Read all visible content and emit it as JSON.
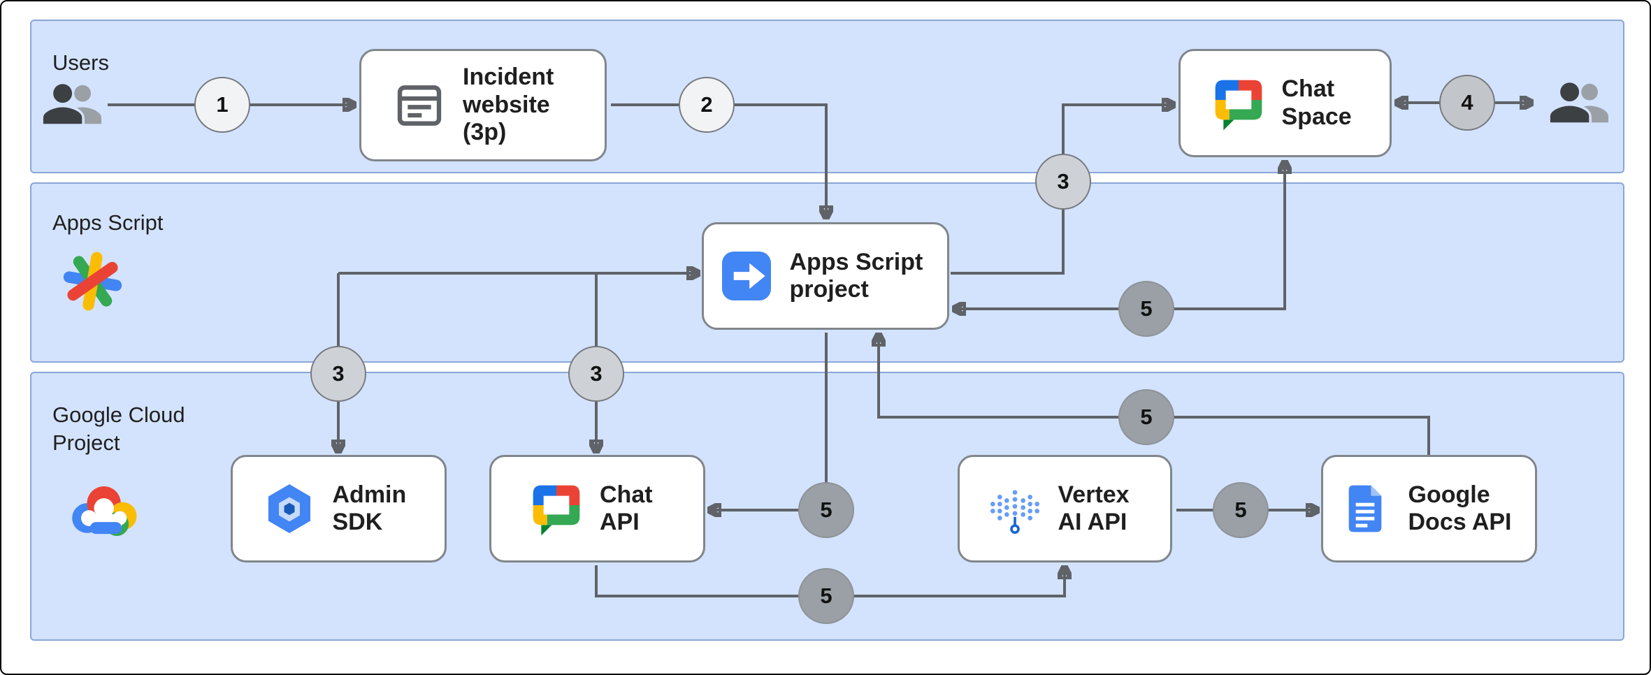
{
  "lanes": {
    "users": {
      "label": "Users"
    },
    "apps_script": {
      "label": "Apps Script"
    },
    "google_cloud": {
      "label": "Google Cloud Project"
    }
  },
  "nodes": {
    "incident_website": {
      "label": "Incident website (3p)"
    },
    "chat_space": {
      "label": "Chat Space"
    },
    "apps_script_project": {
      "label": "Apps Script project"
    },
    "admin_sdk": {
      "label": "Admin SDK"
    },
    "chat_api": {
      "label": "Chat API"
    },
    "vertex_ai_api": {
      "label": "Vertex AI API"
    },
    "google_docs_api": {
      "label": "Google Docs API"
    }
  },
  "steps": {
    "step1": "1",
    "step2": "2",
    "step3": "3",
    "step4": "4",
    "step5": "5"
  },
  "icons": {
    "users_left": "people-icon",
    "users_right": "people-icon",
    "incident_website": "webpage-icon",
    "chat_space": "google-chat-icon",
    "apps_script_lane": "apps-script-logo",
    "apps_script_project": "apps-script-arrow-icon",
    "google_cloud_lane": "google-cloud-logo",
    "admin_sdk": "google-admin-hexagon-icon",
    "chat_api": "google-chat-icon",
    "vertex_ai_api": "vertex-ai-dots-icon",
    "google_docs_api": "google-docs-icon"
  },
  "colors": {
    "lane_fill": "#d3e3fd",
    "lane_border": "#8aa6d6",
    "arrow": "#5f6368",
    "box_border": "#80868b",
    "badge_light": "#f2f3f4",
    "badge_mid": "#ced2d6",
    "badge_mid2": "#c2c6cb",
    "badge_dark": "#9aa0a6",
    "badge_border": "#75797e"
  }
}
